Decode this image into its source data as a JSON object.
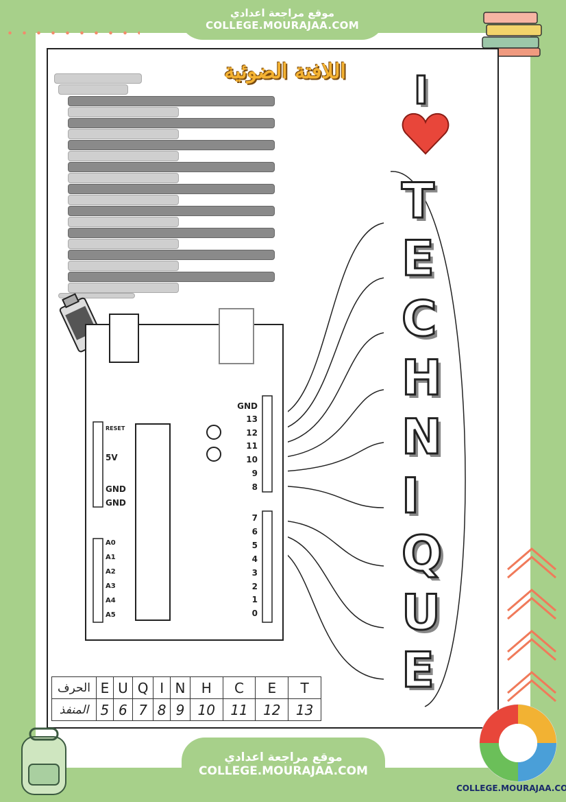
{
  "header": {
    "site_ar": "موقع مراجعة اعدادي",
    "site_url": "COLLEGE.MOURAJAA.COM"
  },
  "footer": {
    "site_ar": "موقع مراجعة اعدادي",
    "site_url": "COLLEGE.MOURAJAA.COM"
  },
  "title": "اللافتة الضوئية",
  "love_i": "I",
  "word_letters": [
    "T",
    "E",
    "C",
    "H",
    "N",
    "I",
    "Q",
    "U",
    "E"
  ],
  "board": {
    "digital_pins": [
      "GND",
      "13",
      "12",
      "11",
      "10",
      "9",
      "8",
      "7",
      "6",
      "5",
      "4",
      "3",
      "2",
      "1",
      "0"
    ],
    "power_pins": [
      "RESET",
      "5V",
      "GND",
      "GND"
    ],
    "analog_pins": [
      "A0",
      "A1",
      "A2",
      "A3",
      "A4",
      "A5"
    ]
  },
  "table": {
    "row_label_letter": "الحرف",
    "row_label_pin": "المنفذ",
    "letters": [
      "E",
      "U",
      "Q",
      "I",
      "N",
      "H",
      "C",
      "E",
      "T"
    ],
    "pins": [
      "5",
      "6",
      "7",
      "8",
      "9",
      "10",
      "11",
      "12",
      "13"
    ]
  },
  "logo_text": "COLLEGE.MOURAJAA.COM",
  "colors": {
    "background": "#a7d08a",
    "title": "#f4b232",
    "heart": "#e8463a"
  }
}
